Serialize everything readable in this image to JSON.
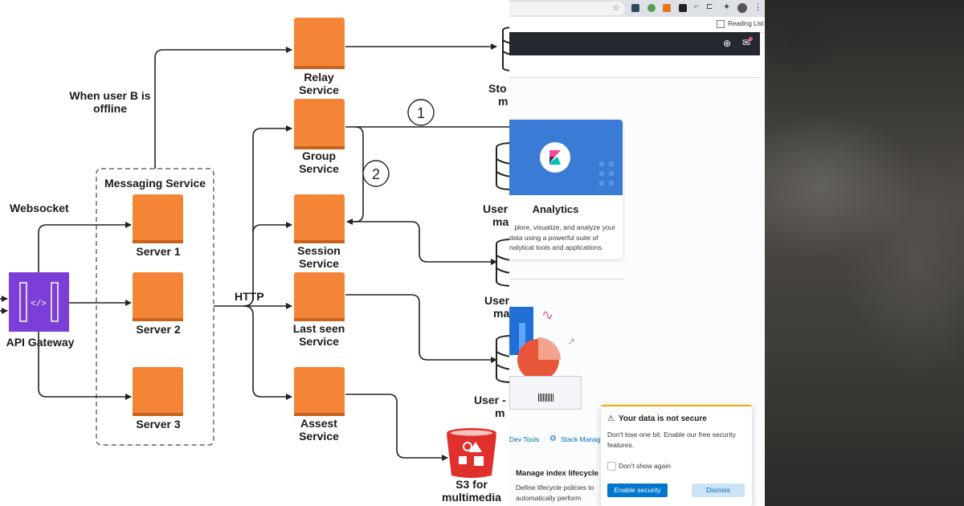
{
  "diagram": {
    "services": [
      {
        "id": "relay",
        "line1": "Relay",
        "line2": "Service"
      },
      {
        "id": "group",
        "line1": "Group",
        "line2": "Service"
      },
      {
        "id": "session",
        "line1": "Session",
        "line2": "Service"
      },
      {
        "id": "lastseen",
        "line1": "Last seen",
        "line2": "Service"
      },
      {
        "id": "assest",
        "line1": "Assest",
        "line2": "Service"
      }
    ],
    "servers": [
      "Server 1",
      "Server 2",
      "Server 3"
    ],
    "messaging_service_label": "Messaging Service",
    "websocket_label": "Websocket",
    "http_label": "HTTP",
    "api_gateway_label": "API Gateway",
    "offline_label_line1": "When user B  is",
    "offline_label_line2": "offline",
    "step1": "1",
    "step2": "2",
    "db_labels": [
      {
        "line1": "Sto",
        "line2": "m"
      },
      {
        "line1": "User",
        "line2": "ma"
      },
      {
        "line1": "User",
        "line2": "ma"
      },
      {
        "line1": "User -",
        "line2": "m"
      }
    ],
    "s3_line1": "S3 for",
    "s3_line2": "multimedia",
    "colors": {
      "service": "#f58536",
      "service_dark": "#c9621c",
      "gateway": "#7b3fd8",
      "s3": "#e0302b"
    }
  },
  "browser": {
    "reading_list": "Reading List",
    "analytics_card": {
      "title": "Analytics",
      "description_lines": [
        "plore, visualize, and analyze your",
        "data using a powerful suite of",
        "nalytical tools and applications."
      ]
    },
    "links": {
      "dev_tools": "Dev Tools",
      "stack_manage": "Stack Manag"
    },
    "manage_title": "Manage index lifecycle",
    "manage_desc_lines": [
      "Define lifecycle policies to",
      "automatically perform"
    ],
    "popup": {
      "title": "Your data is not secure",
      "body": "Don't lose one bit. Enable our free security features.",
      "checkbox_label": "Don't show again",
      "enable_button": "Enable security",
      "dismiss_button": "Dismiss"
    }
  }
}
